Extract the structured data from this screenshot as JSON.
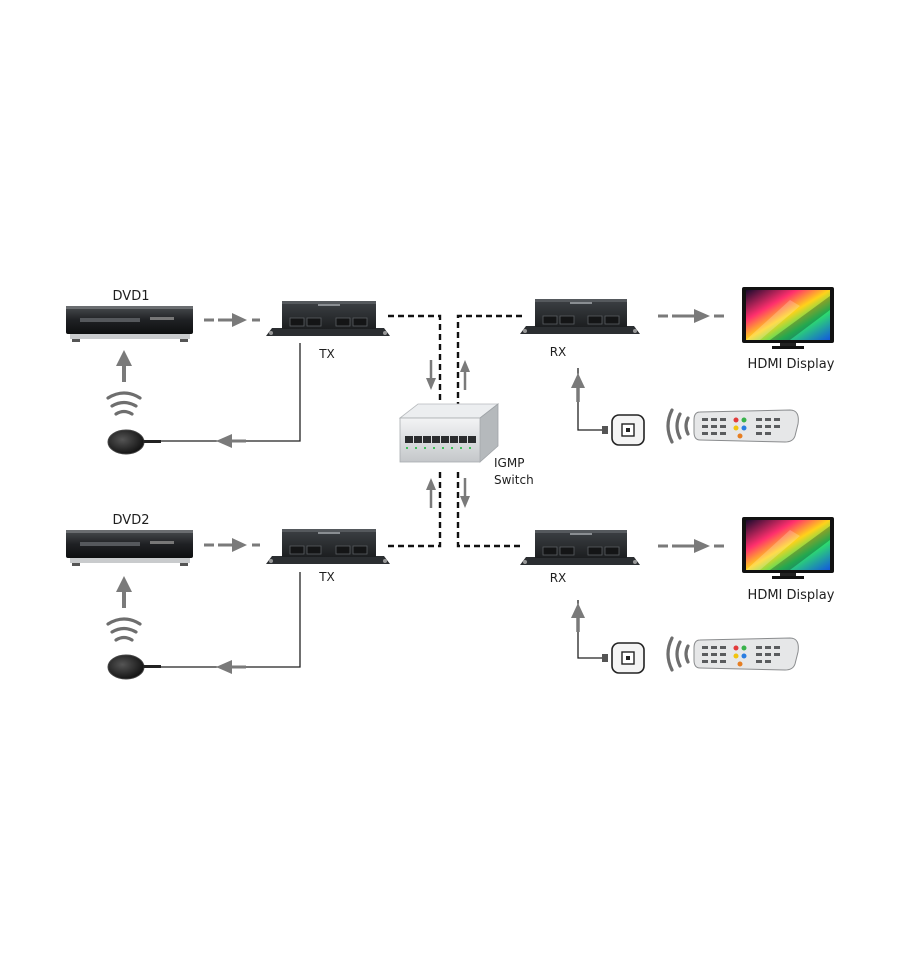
{
  "labels": {
    "dvd1": "DVD1",
    "dvd2": "DVD2",
    "tx1": "TX",
    "tx2": "TX",
    "rx1": "RX",
    "rx2": "RX",
    "switch_line1": "IGMP",
    "switch_line2": "Switch",
    "display1": "HDMI Display",
    "display2": "HDMI Display"
  },
  "colors": {
    "device_dark": "#2b2e31",
    "arrow": "#7a7a7a",
    "cable": "#111111",
    "switch_body": "#d9dcde"
  }
}
